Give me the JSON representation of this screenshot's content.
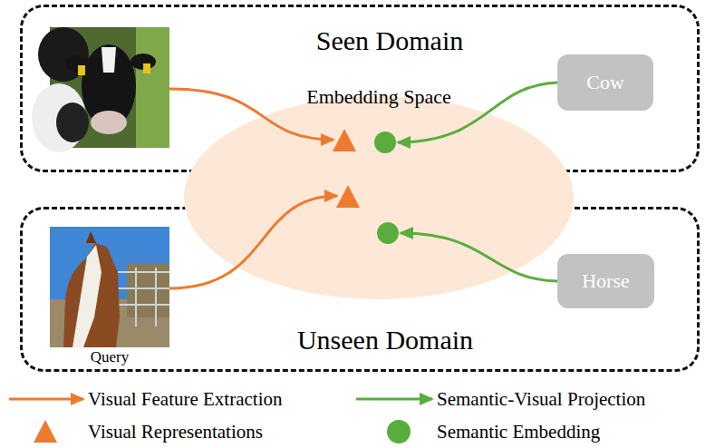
{
  "diagram": {
    "nodes": [
      {
        "text": [
          "Seen Domain"
        ]
      },
      {
        "text": [
          "Cow"
        ],
        "in": 0
      },
      {
        "text": [
          "Embedding Space"
        ]
      },
      {
        "text": [
          "Unseen Domain"
        ]
      },
      {
        "text": [
          "Query"
        ],
        "in": 3
      },
      {
        "text": [
          "Horse"
        ],
        "in": 3
      }
    ],
    "edges": [
      {
        "from": 1,
        "to": 2,
        "arrow": "to"
      },
      {
        "from": 4,
        "to": 2,
        "arrow": "to"
      },
      {
        "from": 5,
        "to": 2,
        "arrow": "to"
      }
    ],
    "legend": [
      {
        "text": "Visual Feature Extraction"
      },
      {
        "text": "Semantic-Visual Projection"
      },
      {
        "text": "Visual Representations"
      },
      {
        "text": "Semantic Embedding"
      }
    ]
  }
}
